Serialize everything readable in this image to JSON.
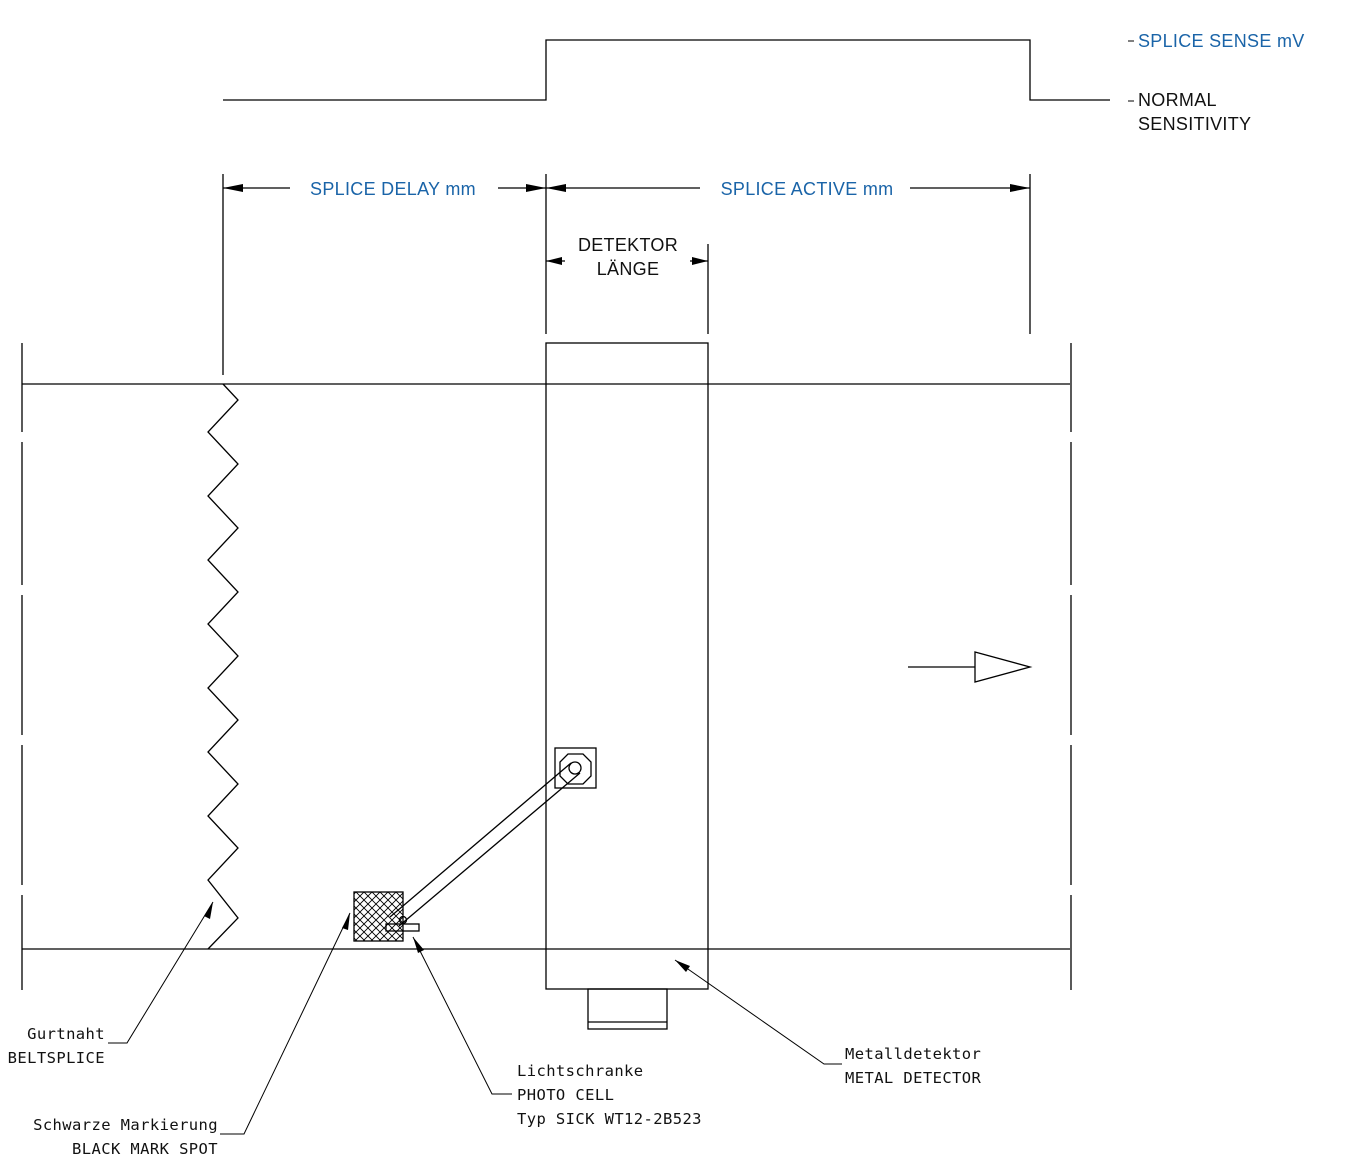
{
  "signal": {
    "high_label": "SPLICE SENSE mV",
    "normal_label_line1": "NORMAL",
    "normal_label_line2": "SENSITIVITY"
  },
  "dimensions": {
    "delay_label": "SPLICE DELAY mm",
    "active_label": "SPLICE ACTIVE mm",
    "detector_length_line1": "DETEKTOR",
    "detector_length_line2": "LÄNGE"
  },
  "callouts": {
    "beltsplice": {
      "de": "Gurtnaht",
      "en": "BELTSPLICE"
    },
    "black_mark": {
      "de": "Schwarze Markierung",
      "en": "BLACK MARK SPOT"
    },
    "photo_cell": {
      "de": "Lichtschranke",
      "en": "PHOTO CELL",
      "type": "Typ SICK WT12-2B523"
    },
    "metal_detector": {
      "de": "Metalldetektor",
      "en": "METAL DETECTOR"
    }
  },
  "colors": {
    "blue_text": "#1a64a8",
    "line": "#000000"
  },
  "icons": {
    "direction": "arrow-right-icon"
  }
}
